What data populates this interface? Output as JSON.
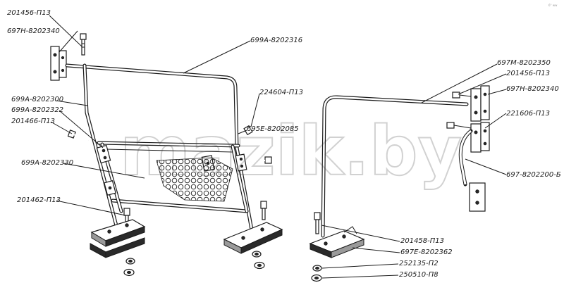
{
  "watermark": "mazik.by",
  "corner_mark": "6° ww",
  "labels": [
    {
      "id": "l1",
      "text": "201456-П13"
    },
    {
      "id": "l2",
      "text": "697Н-8202340"
    },
    {
      "id": "l3",
      "text": "699А-8202316"
    },
    {
      "id": "l4",
      "text": "699А-8202300"
    },
    {
      "id": "l5",
      "text": "699А-8202322"
    },
    {
      "id": "l6",
      "text": "201466-П13"
    },
    {
      "id": "l7",
      "text": "224604-П13"
    },
    {
      "id": "l8",
      "text": "695Е-8202085"
    },
    {
      "id": "l9",
      "text": "699А-8202330"
    },
    {
      "id": "l10",
      "text": "201462-П13"
    },
    {
      "id": "l11",
      "text": "697М-8202350"
    },
    {
      "id": "l12",
      "text": "201456-П13"
    },
    {
      "id": "l13",
      "text": "697Н-8202340"
    },
    {
      "id": "l14",
      "text": "221606-П13"
    },
    {
      "id": "l15",
      "text": "697-8202200-Б"
    },
    {
      "id": "l16",
      "text": "201458-П13"
    },
    {
      "id": "l17",
      "text": "697Е-8202362"
    },
    {
      "id": "l18",
      "text": "252135-П2"
    },
    {
      "id": "l19",
      "text": "250510-П8"
    }
  ]
}
